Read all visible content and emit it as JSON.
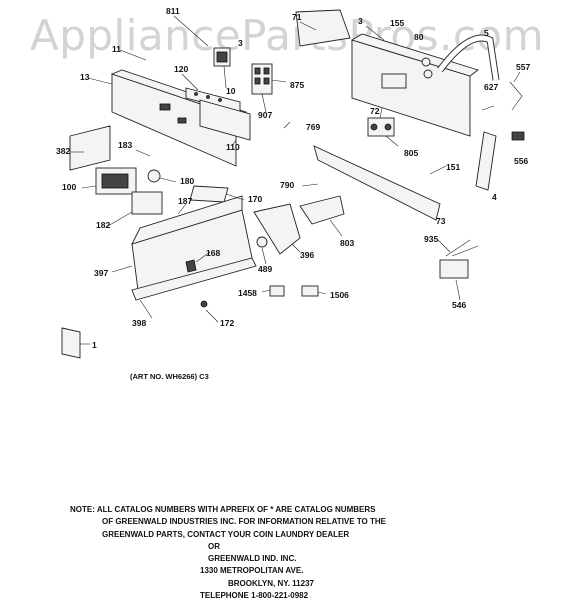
{
  "watermark": "AppliancePartsPros.com",
  "part_labels": [
    {
      "id": "811"
    },
    {
      "id": "11"
    },
    {
      "id": "3a",
      "text": "3"
    },
    {
      "id": "71"
    },
    {
      "id": "3b",
      "text": "3"
    },
    {
      "id": "155"
    },
    {
      "id": "80"
    },
    {
      "id": "5"
    },
    {
      "id": "13"
    },
    {
      "id": "120"
    },
    {
      "id": "10"
    },
    {
      "id": "875"
    },
    {
      "id": "557"
    },
    {
      "id": "627"
    },
    {
      "id": "72"
    },
    {
      "id": "907"
    },
    {
      "id": "769"
    },
    {
      "id": "382"
    },
    {
      "id": "183"
    },
    {
      "id": "110"
    },
    {
      "id": "805"
    },
    {
      "id": "556"
    },
    {
      "id": "180"
    },
    {
      "id": "151"
    },
    {
      "id": "100"
    },
    {
      "id": "790"
    },
    {
      "id": "170"
    },
    {
      "id": "187"
    },
    {
      "id": "4"
    },
    {
      "id": "182"
    },
    {
      "id": "73"
    },
    {
      "id": "803"
    },
    {
      "id": "935"
    },
    {
      "id": "168"
    },
    {
      "id": "396"
    },
    {
      "id": "397"
    },
    {
      "id": "489"
    },
    {
      "id": "1458"
    },
    {
      "id": "1506"
    },
    {
      "id": "546"
    },
    {
      "id": "398"
    },
    {
      "id": "172"
    },
    {
      "id": "1"
    }
  ],
  "art_number": "(ART NO. WH6266) C3",
  "note_lines": [
    "NOTE: ALL CATALOG NUMBERS WITH APREFIX OF * ARE CATALOG NUMBERS",
    "OF GREENWALD INDUSTRIES INC. FOR INFORMATION RELATIVE TO THE",
    "GREENWALD PARTS, CONTACT YOUR COIN LAUNDRY DEALER",
    "OR",
    "GREENWALD IND. INC.",
    "1330 METROPOLITAN AVE.",
    "BROOKLYN, NY. 11237",
    "TELEPHONE 1-800-221-0982"
  ]
}
